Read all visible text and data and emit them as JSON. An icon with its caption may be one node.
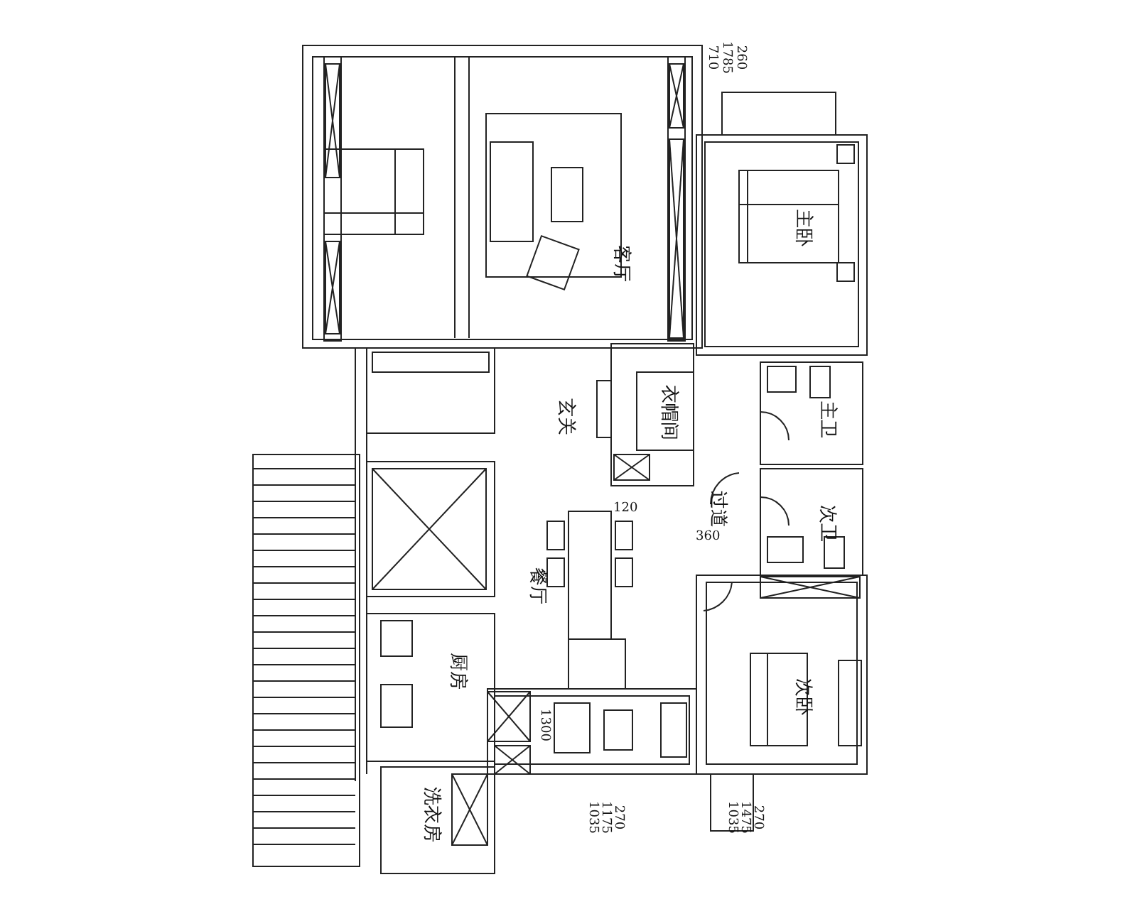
{
  "diagram": {
    "labels": [
      "客厅",
      "260",
      "1785",
      "710",
      "主卧",
      "玄关",
      "衣帽间",
      "主卫",
      "120",
      "过道",
      "360",
      "次卫",
      "餐厅",
      "厨房",
      "次卧",
      "1300",
      "洗衣房",
      "270",
      "1175",
      "1035",
      "270",
      "1475",
      "1035"
    ]
  }
}
